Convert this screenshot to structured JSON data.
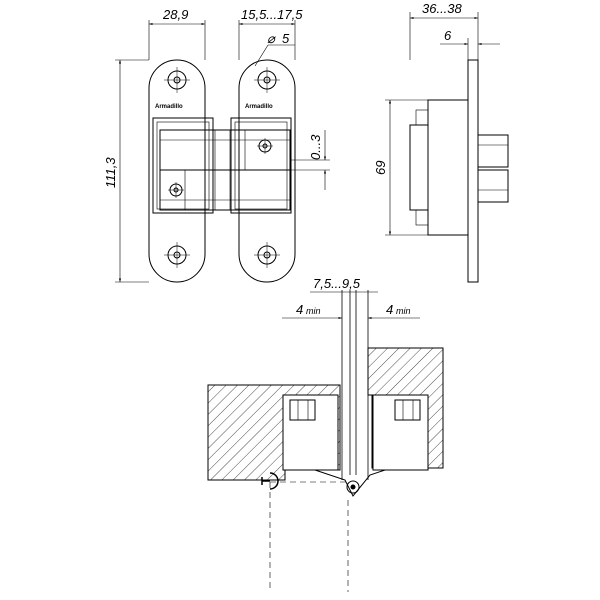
{
  "dimensions": {
    "width_plate": "28,9",
    "axis_offset": "15,5...17,5",
    "hole_diameter": "5",
    "height_total": "111,3",
    "adjust_range": "0...3",
    "depth": "36...38",
    "plate_thickness": "6",
    "body_height": "69",
    "gap_range": "7,5...9,5",
    "min_left": "4",
    "min_right": "4",
    "min_unit": "min"
  },
  "brand_text": "Armadillo"
}
